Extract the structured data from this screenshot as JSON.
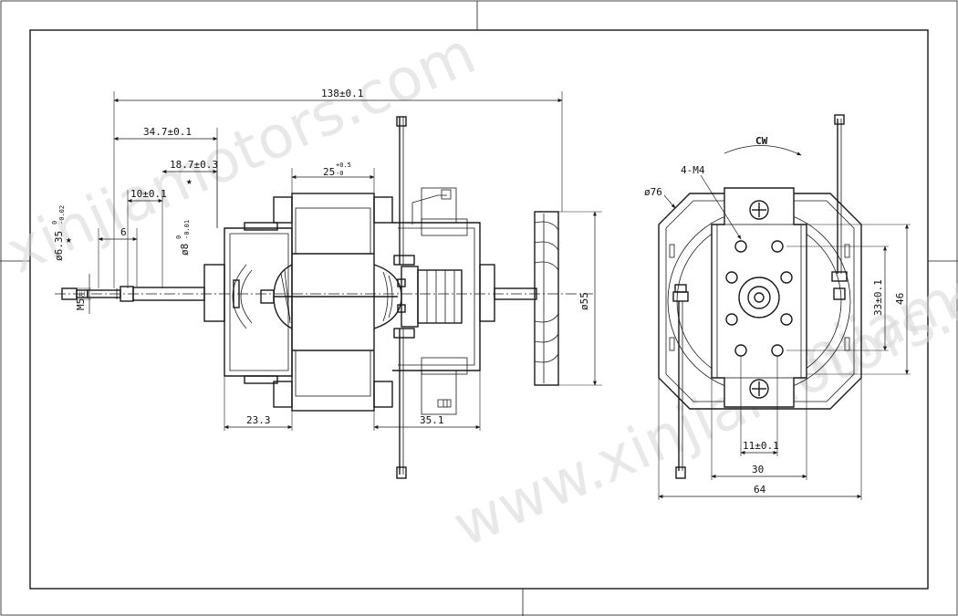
{
  "watermark": {
    "top_left": "xinjiamotors.com",
    "bottom": "www.xinjiamotors.com",
    "right": "xinjiamotors"
  },
  "side_view": {
    "overall_length": "138±0.1",
    "shaft_to_stator": "34.7±0.1",
    "flat_start": "18.7±0.3",
    "stack_height_value": "25",
    "stack_tol_upper": "+0.5",
    "stack_tol_lower": "-0",
    "flat_length": "10±0.1",
    "thread_length": "6",
    "shaft_diameter": "ø6.35",
    "shaft_tol_upper": "0",
    "shaft_tol_lower": "-0.02",
    "bearing_diameter": "ø8",
    "bearing_tol_upper": "0",
    "bearing_tol_lower": "-0.01",
    "thread_spec": "M5",
    "thread_suffix": "左",
    "fan_diameter": "ø55",
    "left_offset": "23.3",
    "right_offset": "35.1",
    "star_symbol": "★"
  },
  "front_view": {
    "rotation": "CW",
    "outer_diameter": "ø76",
    "mounting_holes": "4-M4",
    "hole_spacing_v": "33±0.1",
    "height": "46",
    "center_offset": "11±0.1",
    "hole_spacing_h": "30",
    "width": "64"
  }
}
